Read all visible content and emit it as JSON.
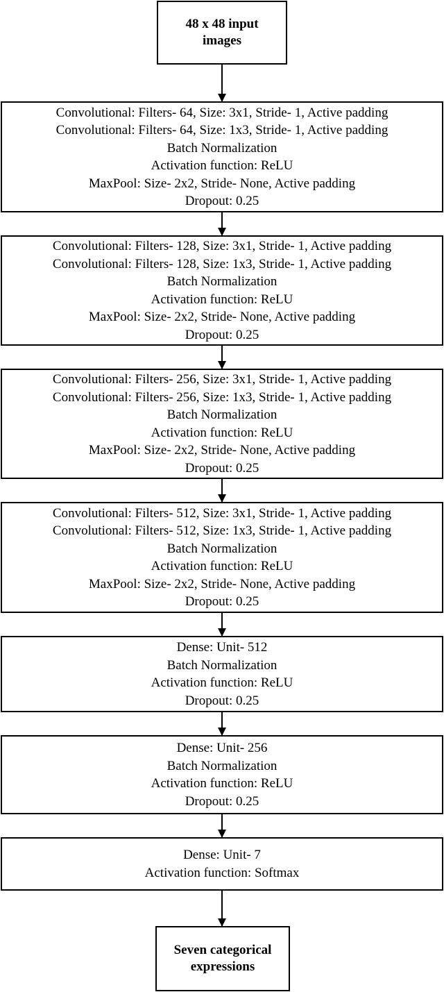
{
  "input_box": {
    "lines": [
      "48 x 48 input",
      "images"
    ]
  },
  "blocks": [
    {
      "lines": [
        "Convolutional: Filters- 64, Size: 3x1, Stride- 1, Active padding",
        "Convolutional: Filters- 64, Size: 1x3, Stride- 1, Active padding",
        "Batch Normalization",
        "Activation function: ReLU",
        "MaxPool: Size- 2x2, Stride- None, Active padding",
        "Dropout: 0.25"
      ]
    },
    {
      "lines": [
        "Convolutional: Filters- 128, Size: 3x1, Stride- 1, Active padding",
        "Convolutional: Filters- 128, Size: 1x3, Stride- 1, Active padding",
        "Batch Normalization",
        "Activation function: ReLU",
        "MaxPool: Size- 2x2, Stride- None, Active padding",
        "Dropout: 0.25"
      ]
    },
    {
      "lines": [
        "Convolutional: Filters- 256, Size: 3x1, Stride- 1, Active padding",
        "Convolutional: Filters- 256, Size: 1x3, Stride- 1, Active padding",
        "Batch Normalization",
        "Activation function: ReLU",
        "MaxPool: Size- 2x2, Stride- None, Active padding",
        "Dropout: 0.25"
      ]
    },
    {
      "lines": [
        "Convolutional: Filters- 512, Size: 3x1, Stride- 1, Active padding",
        "Convolutional: Filters- 512, Size: 1x3, Stride- 1, Active padding",
        "Batch Normalization",
        "Activation function: ReLU",
        "MaxPool: Size- 2x2, Stride- None, Active padding",
        "Dropout: 0.25"
      ]
    },
    {
      "lines": [
        "Dense: Unit- 512",
        "Batch Normalization",
        "Activation function: ReLU",
        "Dropout: 0.25"
      ]
    },
    {
      "lines": [
        "Dense: Unit- 256",
        "Batch Normalization",
        "Activation function: ReLU",
        "Dropout: 0.25"
      ]
    },
    {
      "lines": [
        "Dense: Unit- 7",
        "Activation function: Softmax"
      ]
    }
  ],
  "output_box": {
    "lines": [
      "Seven categorical",
      "expressions"
    ]
  }
}
